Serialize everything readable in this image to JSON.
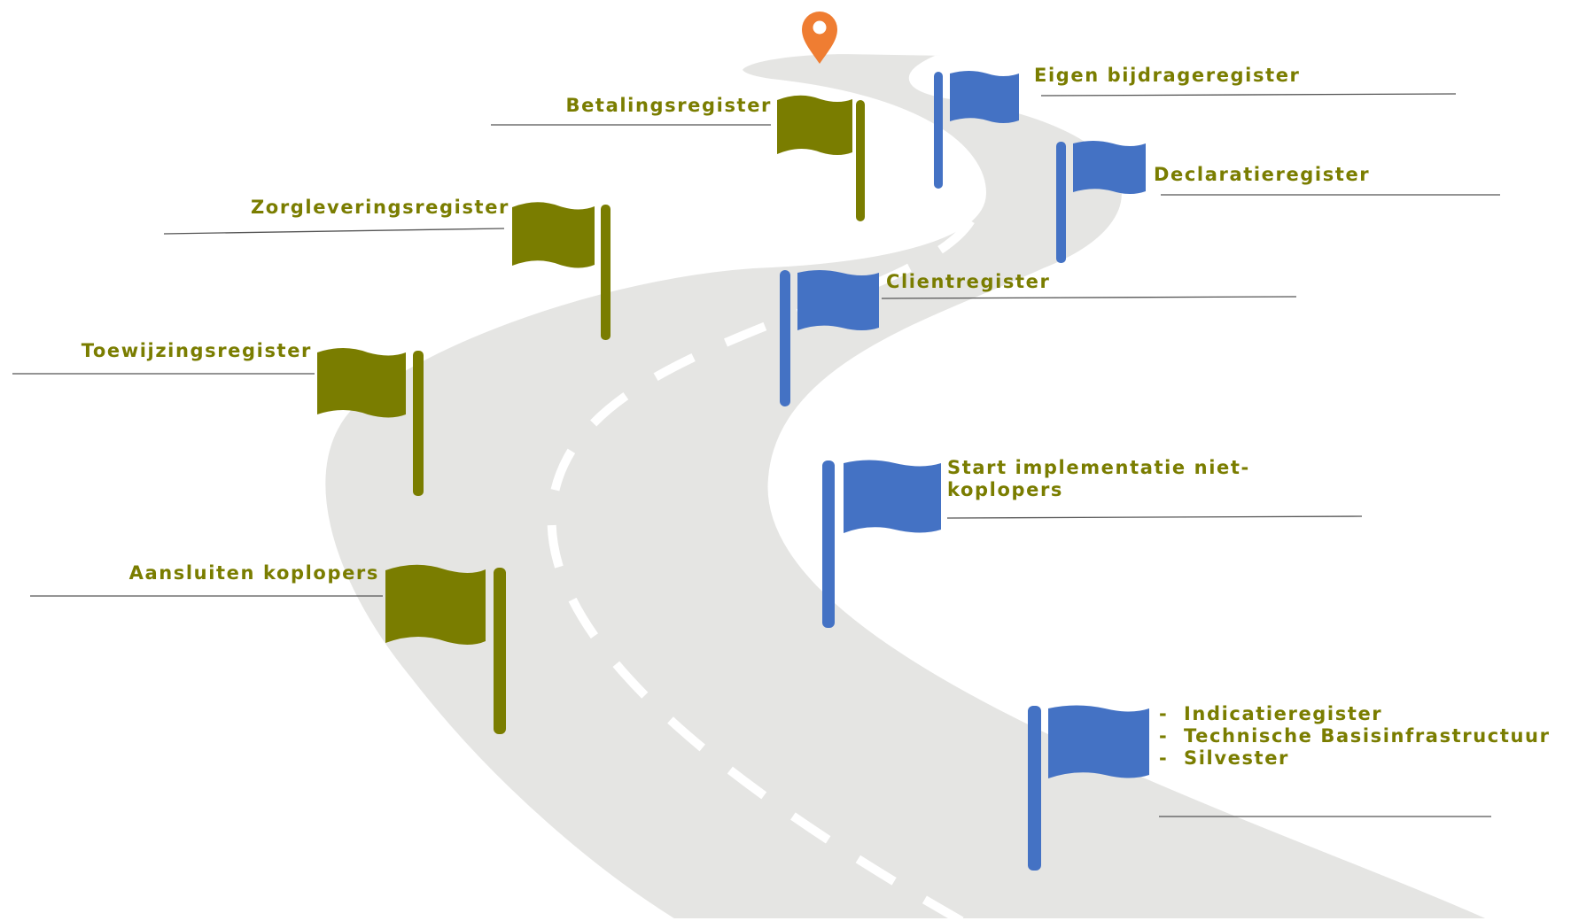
{
  "colors": {
    "road": "#e5e5e3",
    "road_edge": "#ffffff",
    "lane_marking": "#ffffff",
    "olive_flag": "#7a7d00",
    "blue_flag": "#4472c4",
    "label_text": "#7a7d00",
    "leader_line": "#555555",
    "pin": "#ef7d32"
  },
  "pin": {
    "icon": "map-pin-icon"
  },
  "milestones_left": [
    {
      "id": "betalingsregister",
      "label": "Betalingsregister"
    },
    {
      "id": "zorgleveringsregister",
      "label": "Zorgleveringsregister"
    },
    {
      "id": "toewijzingsregister",
      "label": "Toewijzingsregister"
    },
    {
      "id": "aansluiten-koplopers",
      "label": "Aansluiten koplopers"
    }
  ],
  "milestones_right": [
    {
      "id": "eigen-bijdrageregister",
      "label": "Eigen bijdrageregister"
    },
    {
      "id": "declaratieregister",
      "label": "Declaratieregister"
    },
    {
      "id": "clientregister",
      "label": "Clientregister"
    },
    {
      "id": "start-implementatie",
      "label_line1": "Start implementatie niet-",
      "label_line2": "koplopers"
    },
    {
      "id": "first-release",
      "items": [
        "Indicatieregister",
        "Technische Basisinfrastructuur",
        "Silvester"
      ]
    }
  ]
}
